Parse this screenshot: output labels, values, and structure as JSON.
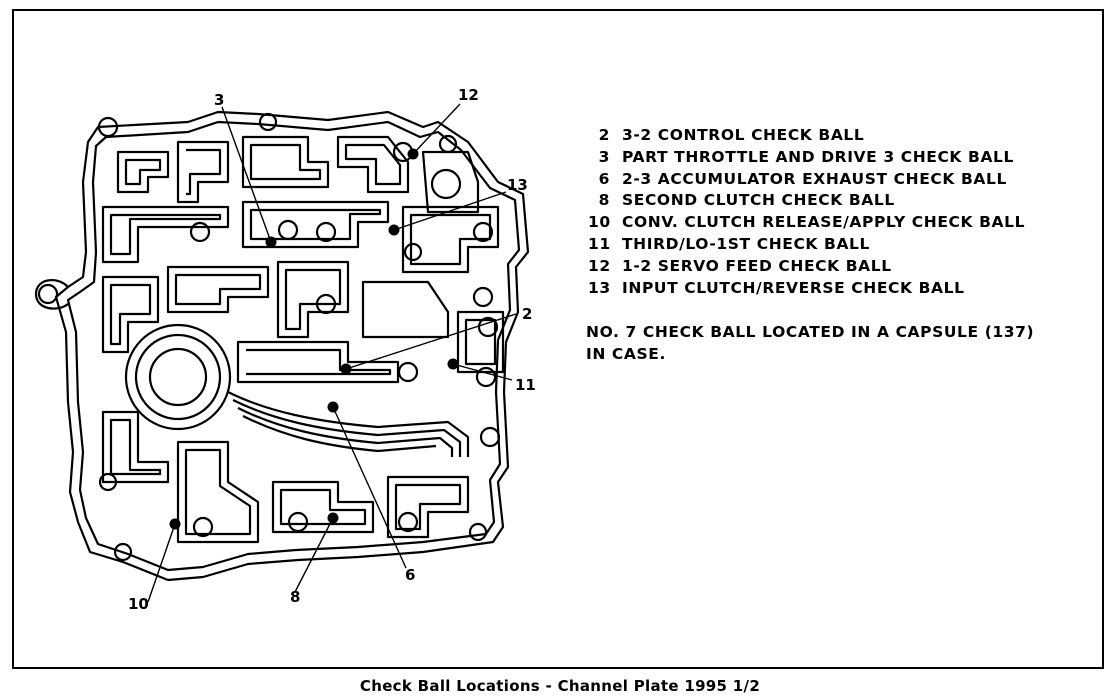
{
  "figure": {
    "callouts": [
      "3",
      "12",
      "13",
      "2",
      "11",
      "6",
      "8",
      "10"
    ],
    "legend": [
      {
        "num": "2",
        "text": "3-2 CONTROL CHECK BALL"
      },
      {
        "num": "3",
        "text": "PART THROTTLE AND DRIVE 3 CHECK BALL"
      },
      {
        "num": "6",
        "text": "2-3 ACCUMULATOR EXHAUST CHECK BALL"
      },
      {
        "num": "8",
        "text": "SECOND CLUTCH CHECK BALL"
      },
      {
        "num": "10",
        "text": "CONV. CLUTCH RELEASE/APPLY CHECK BALL"
      },
      {
        "num": "11",
        "text": "THIRD/LO-1ST CHECK BALL"
      },
      {
        "num": "12",
        "text": "1-2 SERVO FEED CHECK BALL"
      },
      {
        "num": "13",
        "text": "INPUT CLUTCH/REVERSE CHECK BALL"
      }
    ],
    "note": {
      "line1": "NO. 7 CHECK BALL LOCATED IN A CAPSULE (137)",
      "line2": "IN CASE."
    }
  },
  "caption": "Check Ball Locations - Channel Plate 1995  1/2"
}
